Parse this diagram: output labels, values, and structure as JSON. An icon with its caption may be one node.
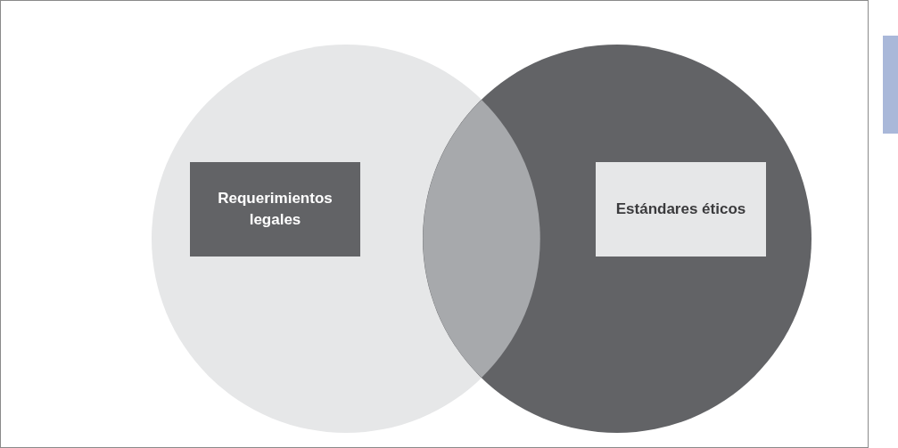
{
  "diagram": {
    "nodes": [
      {
        "text": [
          "Requerimientos legales"
        ]
      },
      {
        "text": [
          "Estándares éticos"
        ]
      },
      {
        "text": [],
        "shape": "bar"
      }
    ]
  }
}
